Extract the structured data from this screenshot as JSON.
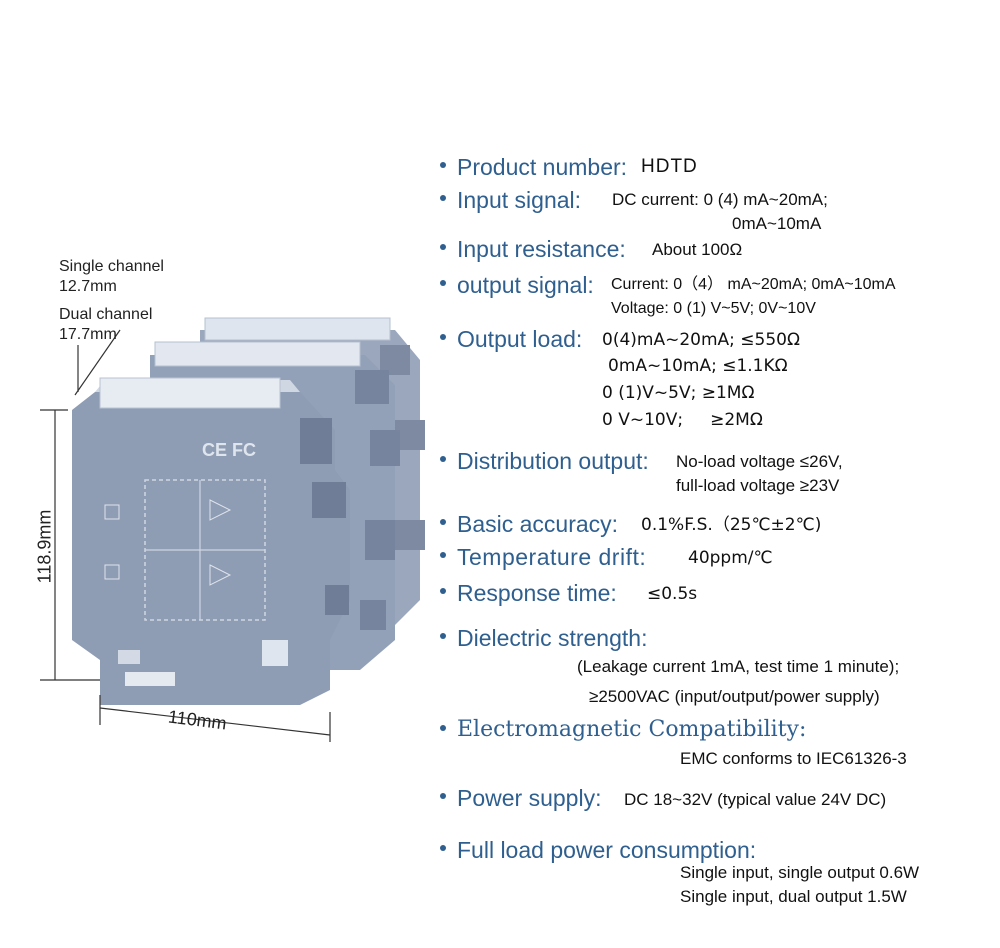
{
  "dimensions": {
    "single_channel_label": "Single channel",
    "single_channel_value": "12.7mm",
    "dual_channel_label": "Dual channel",
    "dual_channel_value": "17.7mm",
    "height": "118.9mm",
    "width": "110mm"
  },
  "product_markings": "CE FC",
  "specs": {
    "product_number": {
      "label": "Product number:",
      "value": "HDTD"
    },
    "input_signal": {
      "label": "Input signal:",
      "line1": "DC current: 0 (4) mA~20mA;",
      "line2": "0mA~10mA"
    },
    "input_resistance": {
      "label": "Input resistance:",
      "value": "About 100Ω"
    },
    "output_signal": {
      "label": "output signal:",
      "line1": "Current: 0（4） mA~20mA; 0mA~10mA",
      "line2": "Voltage: 0 (1) V~5V; 0V~10V"
    },
    "output_load": {
      "label": "Output load:",
      "line1": "0(4)mA~20mA; ≤550Ω",
      "line2": "0mA~10mA; ≤1.1KΩ",
      "line3": "0 (1)V~5V; ≥1MΩ",
      "line4": "0 V~10V;     ≥2MΩ"
    },
    "distribution_output": {
      "label": "Distribution output:",
      "line1": "No-load voltage ≤26V,",
      "line2": "full-load voltage ≥23V"
    },
    "basic_accuracy": {
      "label": "Basic accuracy:",
      "value": "0.1%F.S.（25℃±2℃)"
    },
    "temperature_drift": {
      "label": "Temperature drift:",
      "value": "40ppm/℃"
    },
    "response_time": {
      "label": "Response time:",
      "value": "≤0.5s"
    },
    "dielectric_strength": {
      "label": "Dielectric strength:",
      "line1": "(Leakage current 1mA, test time 1 minute);",
      "line2": "≥2500VAC (input/output/power supply)"
    },
    "emc": {
      "label": "Electromagnetic Compatibility:",
      "value": "EMC conforms to IEC61326-3"
    },
    "power_supply": {
      "label": "Power supply:",
      "value": "DC 18~32V (typical value 24V DC)"
    },
    "power_consumption": {
      "label": "Full load power consumption:",
      "line1": "Single input, single output 0.6W",
      "line2": "Single input, dual output 1.5W"
    }
  },
  "colors": {
    "label_blue": "#2f5f8f",
    "device_gray": "#8e9cb4"
  }
}
